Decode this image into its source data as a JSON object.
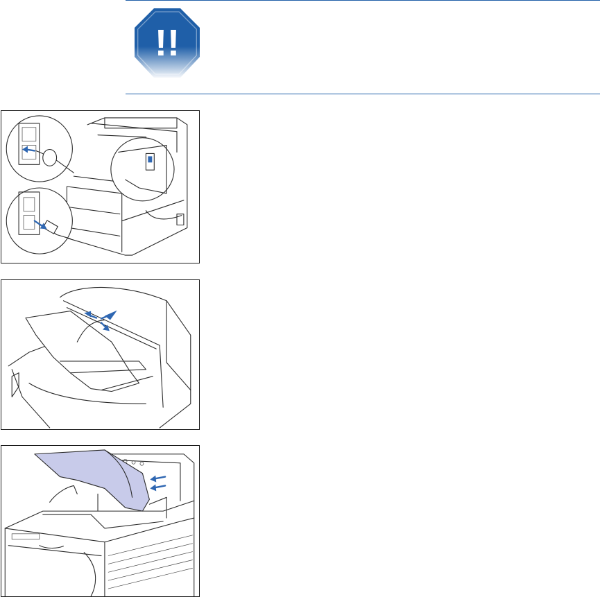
{
  "page": {
    "warning": {
      "icon": "exclamation-octagon-icon",
      "symbol": "!!",
      "color": "#1f5fa8"
    },
    "colors": {
      "accent": "#1f5fa8",
      "highlight_blue": "#2f67b2",
      "tray_lavender": "#c8cbea"
    },
    "figures": [
      {
        "name": "power-off-unplug-illustration"
      },
      {
        "name": "output-tray-release-illustration"
      },
      {
        "name": "output-tray-removal-illustration"
      }
    ]
  }
}
